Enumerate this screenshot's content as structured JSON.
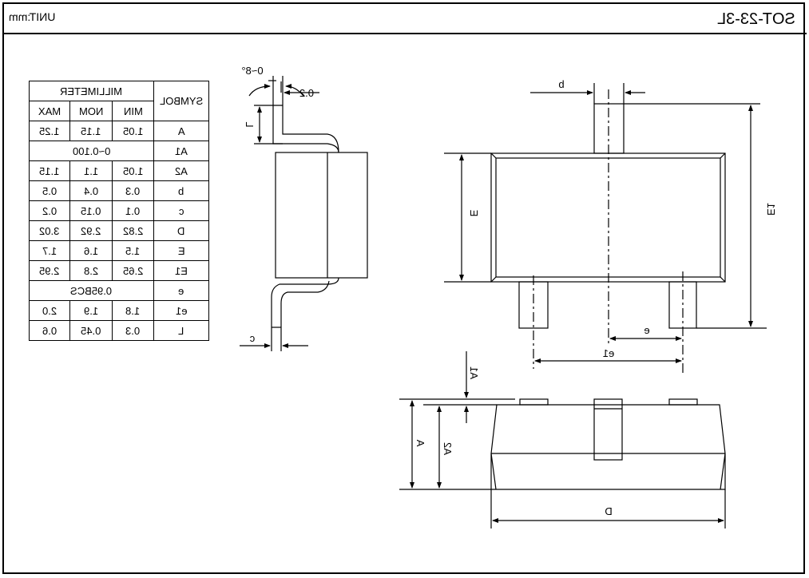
{
  "header": {
    "unit": "UNIT:mm",
    "package": "SOT-23-3L"
  },
  "table": {
    "symbol_header": "SYMBOL",
    "group_header": "MILLIMETER",
    "columns": [
      "MIN",
      "NOM",
      "MAX"
    ],
    "rows": [
      {
        "symbol": "A",
        "min": "1.05",
        "nom": "1.15",
        "max": "1.25"
      },
      {
        "symbol": "A1",
        "merged": "0~0.100"
      },
      {
        "symbol": "A2",
        "min": "1.05",
        "nom": "1.1",
        "max": "1.15"
      },
      {
        "symbol": "b",
        "min": "0.3",
        "nom": "0.4",
        "max": "0.5"
      },
      {
        "symbol": "c",
        "min": "0.1",
        "nom": "0.15",
        "max": "0.2"
      },
      {
        "symbol": "D",
        "min": "2.82",
        "nom": "2.92",
        "max": "3.02"
      },
      {
        "symbol": "E",
        "min": "1.5",
        "nom": "1.6",
        "max": "1.7"
      },
      {
        "symbol": "E1",
        "min": "2.65",
        "nom": "2.8",
        "max": "2.95"
      },
      {
        "symbol": "e",
        "merged": "0.95BCS"
      },
      {
        "symbol": "e1",
        "min": "1.8",
        "nom": "1.9",
        "max": "2.0"
      },
      {
        "symbol": "L",
        "min": "0.3",
        "nom": "0.45",
        "max": "0.6"
      }
    ]
  },
  "labels": {
    "angle": "0~8°",
    "gap": "0.2",
    "L": "L",
    "c": "c",
    "b": "b",
    "E": "E",
    "E1": "E1",
    "e": "e",
    "e1": "e1",
    "A1": "A1",
    "A": "A",
    "A2": "A2",
    "D": "D"
  }
}
